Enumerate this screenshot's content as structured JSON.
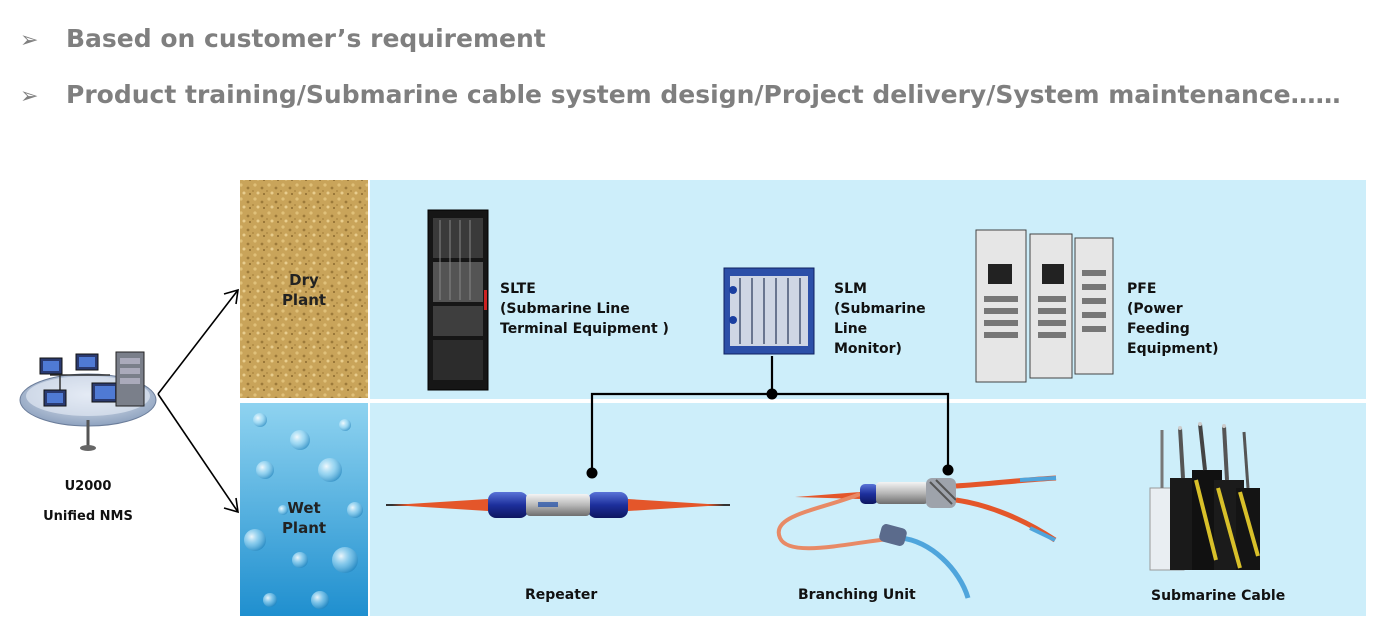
{
  "bullets": [
    {
      "marker": "➢",
      "text": "Based on customer’s requirement"
    },
    {
      "marker": "➢",
      "text": "Product training/Submarine cable system design/Project delivery/System maintenance……"
    }
  ],
  "nms": {
    "label": "U2000\nUnified NMS",
    "icon": "network-computers-icon"
  },
  "dry_plant": {
    "label": "Dry\nPlant",
    "items": [
      {
        "label": "SLTE\n(Submarine Line\nTerminal Equipment )",
        "icon": "slte-rack-icon"
      },
      {
        "label": "SLM\n(Submarine\nLine\nMonitor)",
        "icon": "slm-chassis-icon"
      },
      {
        "label": "PFE\n(Power\nFeeding\nEquipment)",
        "icon": "pfe-cabinet-icon"
      }
    ]
  },
  "wet_plant": {
    "label": "Wet\nPlant",
    "items": [
      {
        "label": "Repeater",
        "icon": "repeater-icon"
      },
      {
        "label": "Branching Unit",
        "icon": "branching-unit-icon"
      },
      {
        "label": "Submarine Cable",
        "icon": "submarine-cable-icon"
      }
    ]
  },
  "colors": {
    "bullet_text": "#7f7f7f",
    "panel_bg": "#cdeefa",
    "sand": "#c9a45a",
    "water": "#3fa9d8"
  }
}
